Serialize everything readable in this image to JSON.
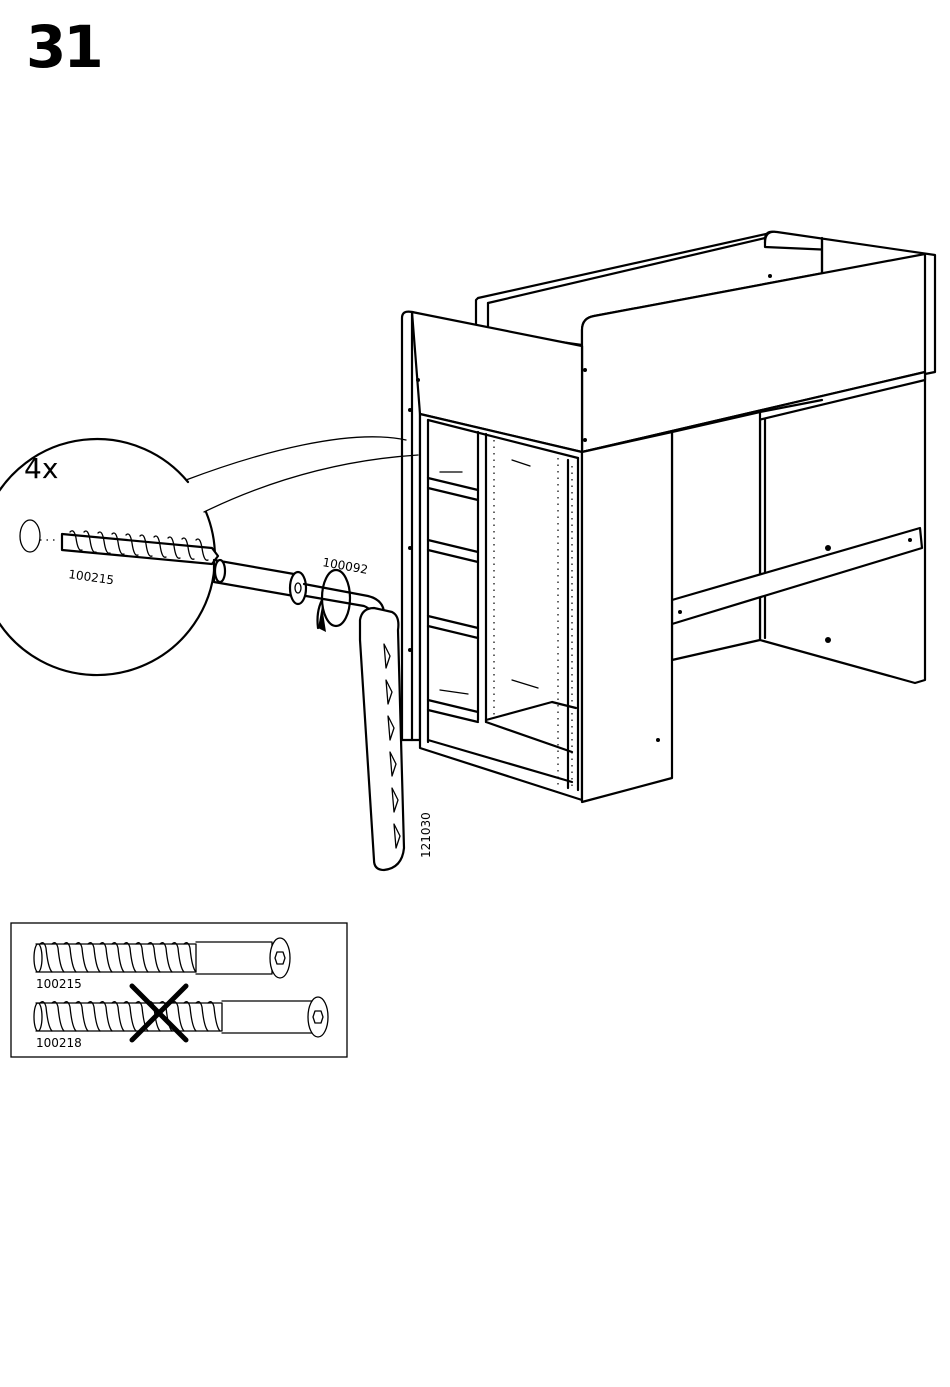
{
  "step": {
    "number": "31"
  },
  "callout": {
    "quantity": "4x",
    "part_number": "100215"
  },
  "parts": {
    "washer": "100092",
    "hex_key": "121030"
  },
  "legend": {
    "correct_screw": "100215",
    "wrong_screw": "100218"
  }
}
